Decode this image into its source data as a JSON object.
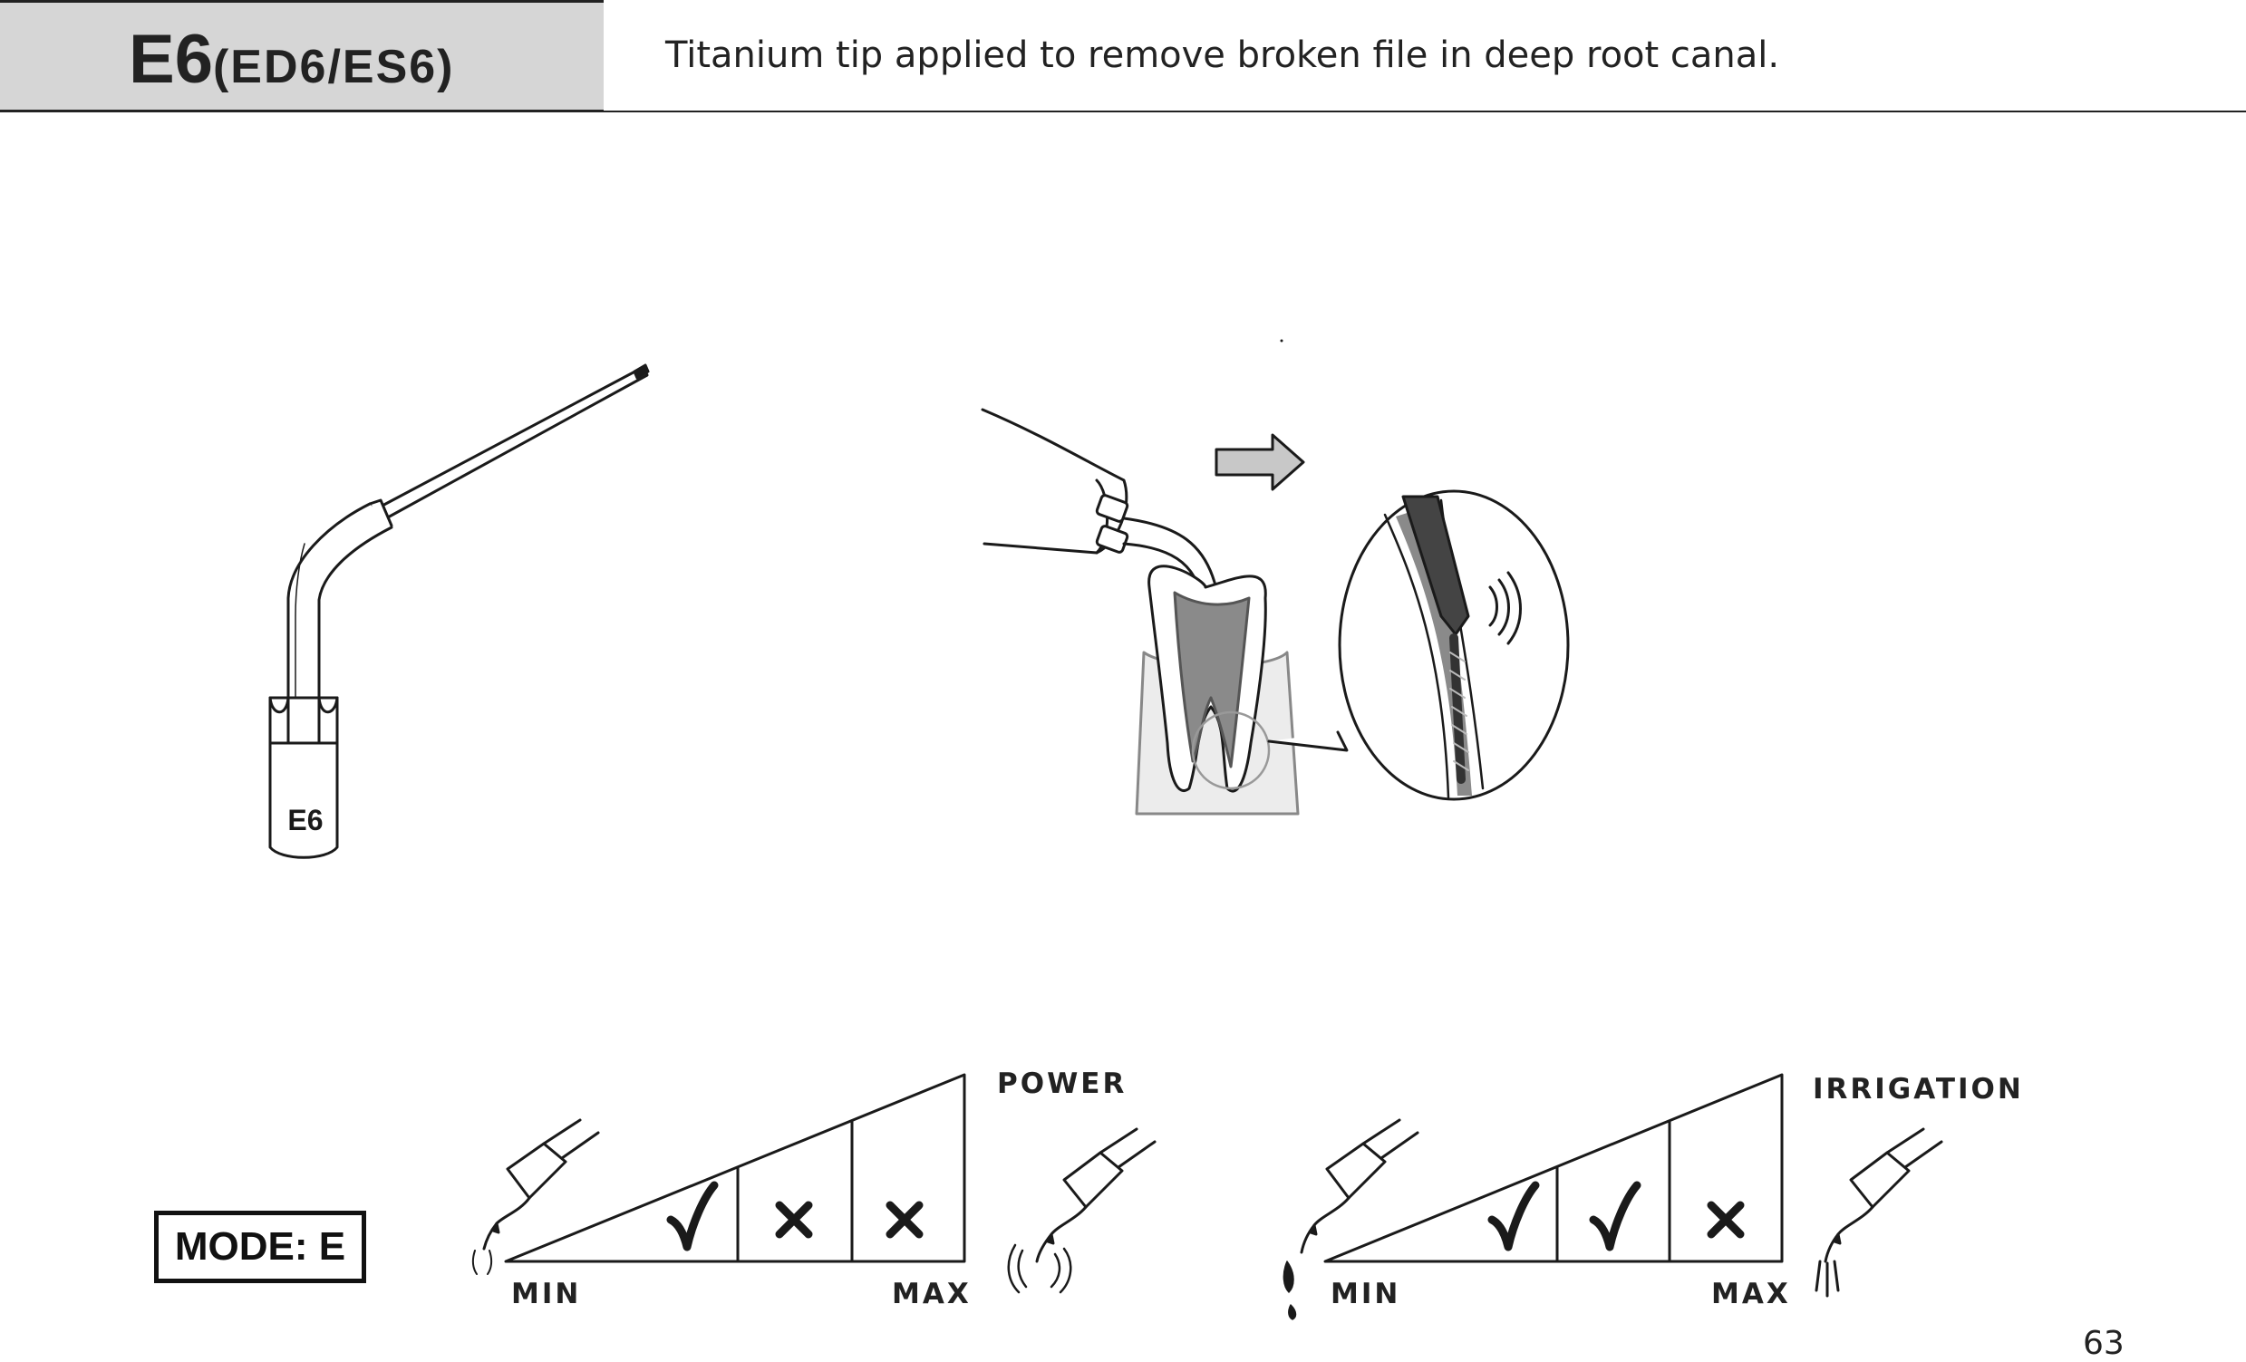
{
  "header": {
    "model_code": "E6",
    "model_variants": "(ED6/ES6)",
    "description": "Titanium tip applied to remove broken file in deep root canal."
  },
  "tip_illustration": {
    "tip_label": "E6"
  },
  "mode": {
    "label": "MODE: E"
  },
  "power_scale": {
    "title": "POWER",
    "min_label": "MIN",
    "max_label": "MAX",
    "levels": [
      {
        "level": 1,
        "suitable": true
      },
      {
        "level": 2,
        "suitable": false
      },
      {
        "level": 3,
        "suitable": false
      }
    ]
  },
  "irrigation_scale": {
    "title": "IRRIGATION",
    "min_label": "MIN",
    "max_label": "MAX",
    "levels": [
      {
        "level": 1,
        "suitable": true
      },
      {
        "level": 2,
        "suitable": true
      },
      {
        "level": 3,
        "suitable": false
      }
    ]
  },
  "page_number": "63",
  "colors": {
    "header_band": "#d6d6d6",
    "ink": "#1a1a1a",
    "arrow_fill": "#c8c8c8"
  }
}
